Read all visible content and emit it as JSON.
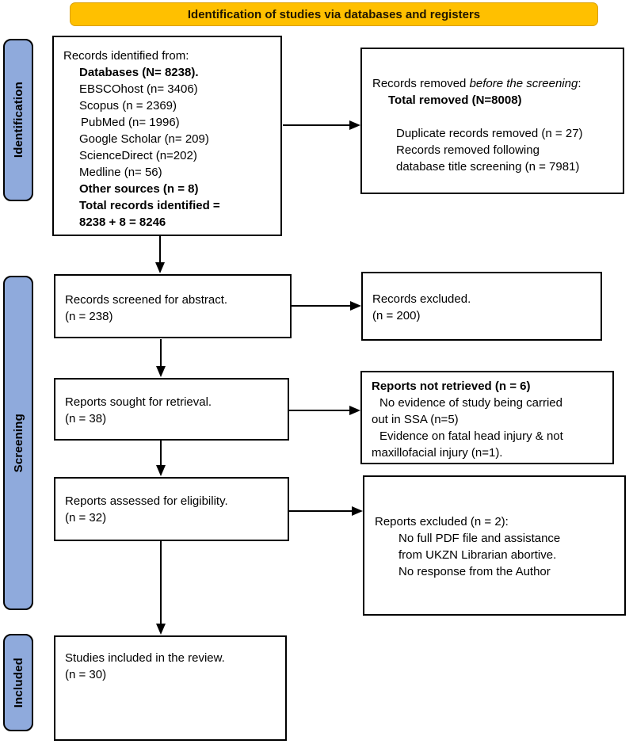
{
  "banner": {
    "label": "Identification of studies via databases and registers"
  },
  "colors": {
    "banner_bg": "#FFC000",
    "banner_border": "#DA9F00",
    "banner_text": "#201600",
    "stage_bg": "#8FAADC",
    "box_border": "#000000",
    "arrow": "#000000"
  },
  "stage_labels": {
    "identification": "Identification",
    "screening": "Screening",
    "included": "Included"
  },
  "boxes": {
    "identified": {
      "lines": [
        {
          "text": "Records identified from:"
        },
        {
          "text": "Databases (N= 8238).",
          "bold": true,
          "indent": 1
        },
        {
          "text": "EBSCOhost (n= 3406)",
          "indent": 1
        },
        {
          "text": "Scopus (n = 2369)",
          "indent": 1
        },
        {
          "text": "PubMed (n= 1996)",
          "indent": 1.1
        },
        {
          "text": "Google Scholar (n= 209)",
          "indent": 1
        },
        {
          "text": "ScienceDirect (n=202)",
          "indent": 1
        },
        {
          "text": "Medline (n= 56)",
          "indent": 1
        },
        {
          "text": "Other sources (n = 8)",
          "bold": true,
          "indent": 1
        },
        {
          "text": "Total records identified =",
          "bold": true,
          "indent": 1
        },
        {
          "text": "8238 + 8 = 8246",
          "bold": true,
          "indent": 1
        }
      ]
    },
    "removed": {
      "lines": [
        {
          "segments": [
            {
              "text": "Records removed "
            },
            {
              "text": "before the screening",
              "italic": true
            },
            {
              "text": ":"
            }
          ]
        },
        {
          "text": "Total removed (N=8008)",
          "bold": true,
          "indent": 1
        },
        {
          "text": ""
        },
        {
          "text": "Duplicate records removed (n = 27)",
          "indent": 1.5
        },
        {
          "text": "Records removed following",
          "indent": 1.5
        },
        {
          "text": "database title screening (n = 7981)",
          "indent": 1.5
        }
      ]
    },
    "screened": {
      "lines": [
        {
          "text": "Records screened for abstract."
        },
        {
          "text": "(n = 238)"
        }
      ]
    },
    "records_excluded": {
      "lines": [
        {
          "text": "Records excluded."
        },
        {
          "text": "(n = 200)"
        }
      ]
    },
    "sought": {
      "lines": [
        {
          "text": "Reports sought for retrieval."
        },
        {
          "text": "(n = 38)"
        }
      ]
    },
    "not_retrieved": {
      "lines": [
        {
          "text": "Reports not retrieved (n = 6)",
          "bold": true
        },
        {
          "text": "No evidence of study being carried",
          "indent": 0.5
        },
        {
          "text": "out in SSA (n=5)"
        },
        {
          "text": "Evidence on fatal head injury & not",
          "indent": 0.5
        },
        {
          "text": "maxillofacial injury (n=1)."
        }
      ]
    },
    "assessed": {
      "lines": [
        {
          "text": "Reports assessed for eligibility."
        },
        {
          "text": "(n = 32)"
        }
      ]
    },
    "reports_excluded": {
      "lines": [
        {
          "text": "Reports excluded (n = 2):"
        },
        {
          "text": "No full PDF file and assistance",
          "indent": 1.5
        },
        {
          "text": "from UKZN Librarian abortive.",
          "indent": 1.5
        },
        {
          "text": "No response from the Author",
          "indent": 1.5
        }
      ]
    },
    "included_studies": {
      "lines": [
        {
          "text": "Studies included in the review."
        },
        {
          "text": "(n = 30)"
        }
      ]
    }
  }
}
